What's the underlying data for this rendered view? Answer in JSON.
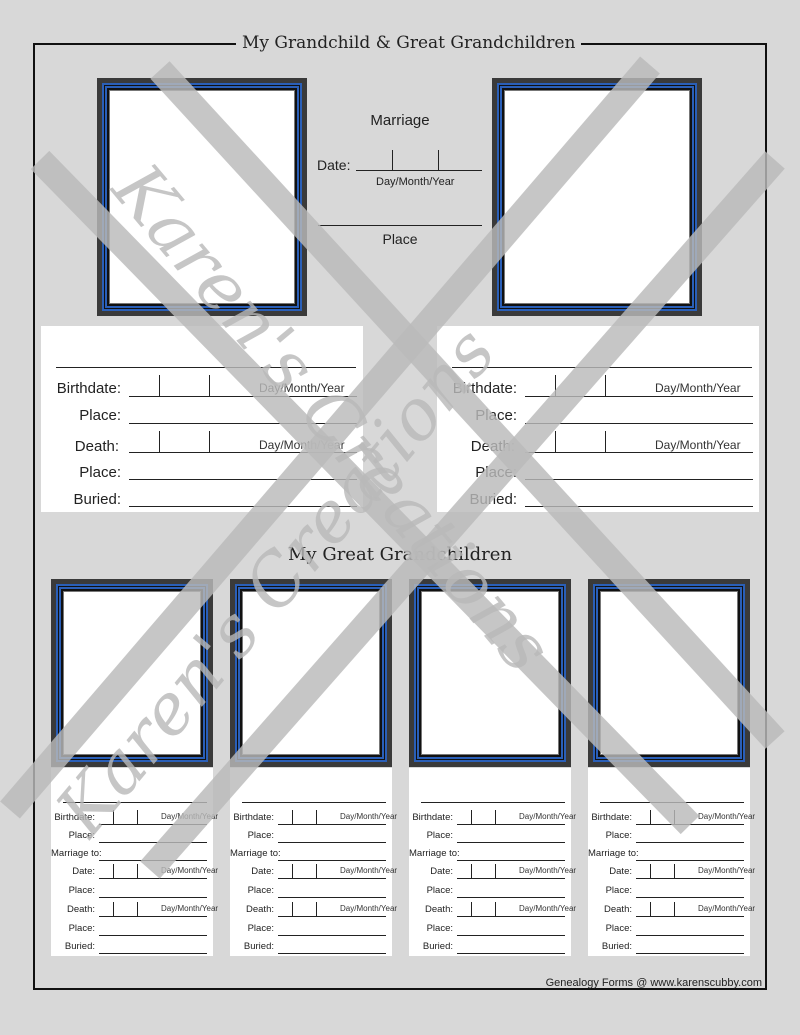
{
  "page": {
    "title": "My Grandchild & Great Grandchildren",
    "subtitle": "My Great Grandchildren",
    "footer": "Genealogy Forms @ www.karenscubby.com"
  },
  "marriage": {
    "heading": "Marriage",
    "date_label": "Date:",
    "dmy": "Day/Month/Year",
    "place_label": "Place"
  },
  "top_card": {
    "birthdate": "Birthdate:",
    "place": "Place:",
    "death": "Death:",
    "buried": "Buried:",
    "dmy": "Day/Month/Year"
  },
  "small_card": {
    "birthdate": "Birthdate:",
    "place": "Place:",
    "marriage_to": "Marriage to:",
    "date": "Date:",
    "death": "Death:",
    "buried": "Buried:",
    "dmy": "Day/Month/Year"
  },
  "watermark": {
    "text": "Karen's Creations",
    "color": "#b9b9b9"
  },
  "colors": {
    "frame_blue": "#2a5fb8",
    "frame_dark": "#3a3a3a",
    "background": "#d8d8d8"
  }
}
